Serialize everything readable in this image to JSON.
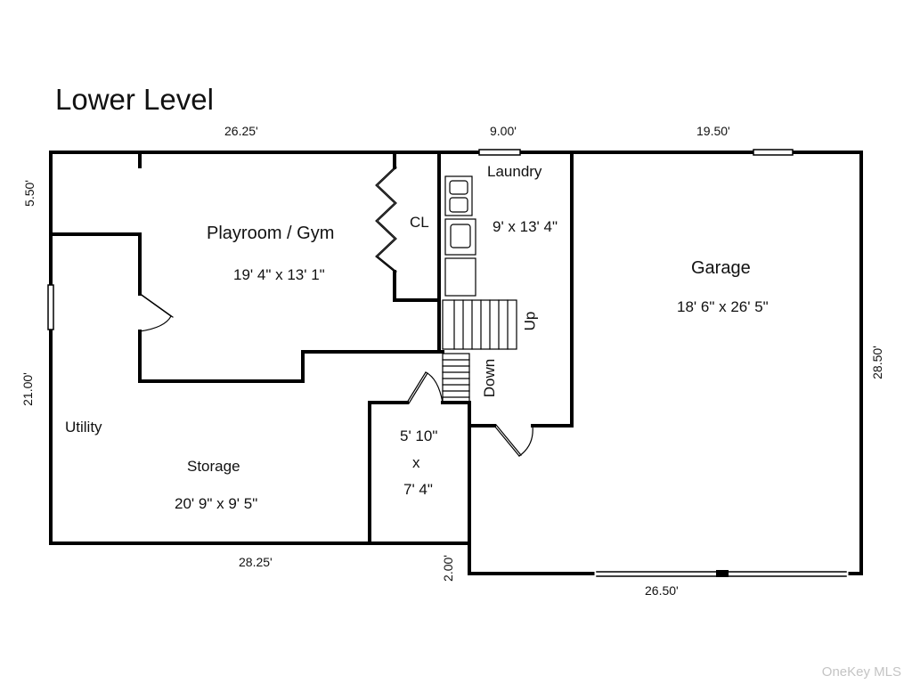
{
  "title": "Lower Level",
  "dimensions": {
    "top_left": "26.25'",
    "top_mid": "9.00'",
    "top_right": "19.50'",
    "left_upper": "5.50'",
    "left_main": "21.00'",
    "right": "28.50'",
    "bottom_left": "28.25'",
    "bottom_step": "2.00'",
    "bottom_right": "26.50'"
  },
  "rooms": {
    "playroom": {
      "name": "Playroom / Gym",
      "size": "19' 4\" x 13' 1\""
    },
    "closet": {
      "name": "CL"
    },
    "laundry": {
      "name": "Laundry",
      "size": "9' x 13' 4\""
    },
    "garage": {
      "name": "Garage",
      "size": "18' 6\" x 26' 5\""
    },
    "utility": {
      "name": "Utility"
    },
    "storage": {
      "name": "Storage",
      "size": "20' 9\" x 9' 5\""
    },
    "small_room": {
      "line1": "5' 10\"",
      "line2": "x",
      "line3": "7' 4\""
    }
  },
  "stairs": {
    "up": "Up",
    "down": "Down"
  },
  "watermark": "OneKey MLS"
}
